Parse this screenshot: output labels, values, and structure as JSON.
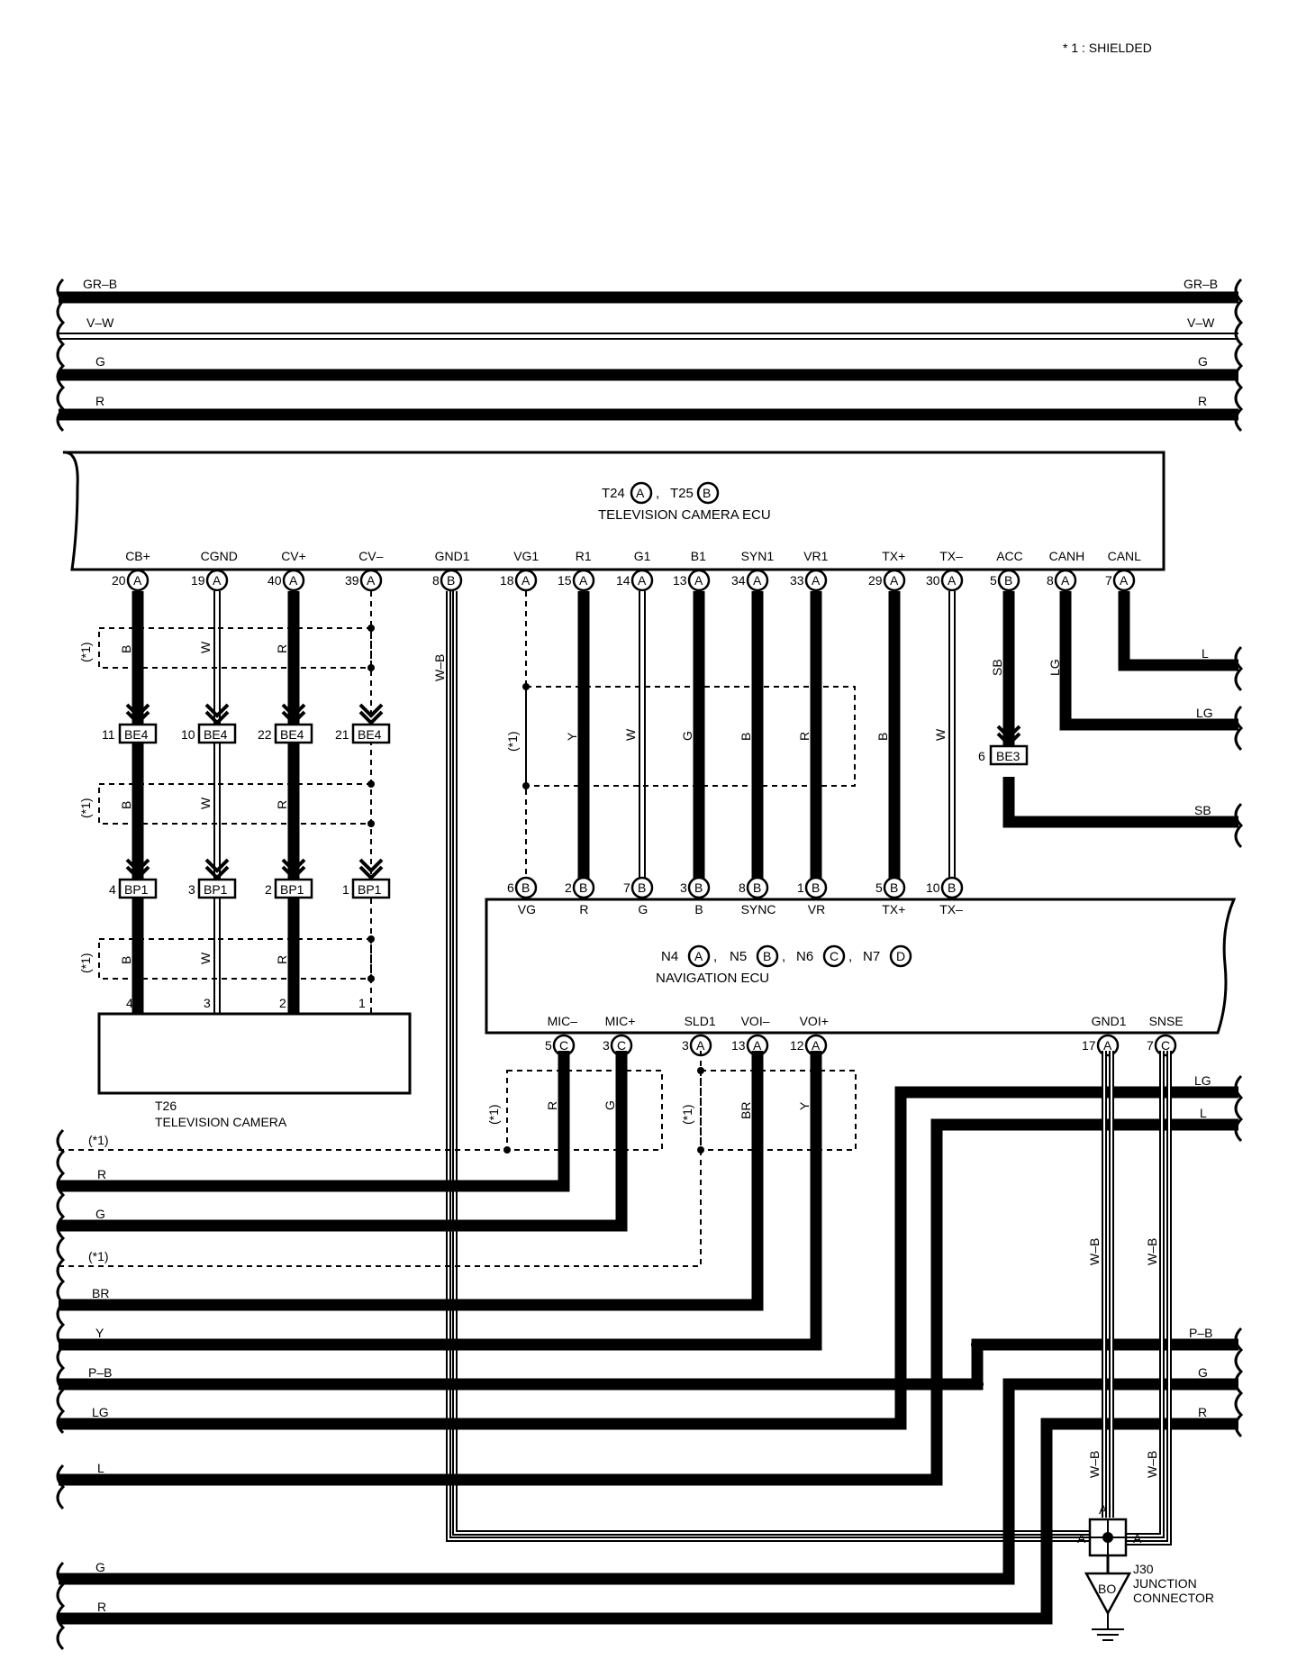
{
  "note": "* 1 : SHIELDED",
  "bus_wires": [
    {
      "left": "GR–B",
      "right": "GR–B"
    },
    {
      "left": "V–W",
      "right": "V–W"
    },
    {
      "left": "G",
      "right": "G"
    },
    {
      "left": "R",
      "right": "R"
    }
  ],
  "tv_camera_ecu": {
    "title_line1_a": "T24",
    "title_line1_b": "T25",
    "conn_a": "A",
    "conn_b": "B",
    "title_line2": "TELEVISION CAMERA ECU",
    "pins": [
      {
        "name": "CB+",
        "num": "20",
        "conn": "A"
      },
      {
        "name": "CGND",
        "num": "19",
        "conn": "A"
      },
      {
        "name": "CV+",
        "num": "40",
        "conn": "A"
      },
      {
        "name": "CV–",
        "num": "39",
        "conn": "A"
      },
      {
        "name": "GND1",
        "num": "8",
        "conn": "B"
      },
      {
        "name": "VG1",
        "num": "18",
        "conn": "A"
      },
      {
        "name": "R1",
        "num": "15",
        "conn": "A"
      },
      {
        "name": "G1",
        "num": "14",
        "conn": "A"
      },
      {
        "name": "B1",
        "num": "13",
        "conn": "A"
      },
      {
        "name": "SYN1",
        "num": "34",
        "conn": "A"
      },
      {
        "name": "VR1",
        "num": "33",
        "conn": "A"
      },
      {
        "name": "TX+",
        "num": "29",
        "conn": "A"
      },
      {
        "name": "TX–",
        "num": "30",
        "conn": "A"
      },
      {
        "name": "ACC",
        "num": "5",
        "conn": "B"
      },
      {
        "name": "CANH",
        "num": "8",
        "conn": "A"
      },
      {
        "name": "CANL",
        "num": "7",
        "conn": "A"
      }
    ]
  },
  "navigation_ecu": {
    "title_parts": [
      "N4",
      "N5",
      "N6",
      "N7"
    ],
    "conns": [
      "A",
      "B",
      "C",
      "D"
    ],
    "title_line2": "NAVIGATION ECU",
    "top_pins": [
      {
        "name": "VG",
        "num": "6",
        "conn": "B"
      },
      {
        "name": "R",
        "num": "2",
        "conn": "B"
      },
      {
        "name": "G",
        "num": "7",
        "conn": "B"
      },
      {
        "name": "B",
        "num": "3",
        "conn": "B"
      },
      {
        "name": "SYNC",
        "num": "8",
        "conn": "B"
      },
      {
        "name": "VR",
        "num": "1",
        "conn": "B"
      },
      {
        "name": "TX+",
        "num": "5",
        "conn": "B"
      },
      {
        "name": "TX–",
        "num": "10",
        "conn": "B"
      }
    ],
    "bottom_pins": [
      {
        "name": "MIC–",
        "num": "5",
        "conn": "C"
      },
      {
        "name": "MIC+",
        "num": "3",
        "conn": "C"
      },
      {
        "name": "SLD1",
        "num": "3",
        "conn": "A"
      },
      {
        "name": "VOI–",
        "num": "13",
        "conn": "A"
      },
      {
        "name": "VOI+",
        "num": "12",
        "conn": "A"
      },
      {
        "name": "GND1",
        "num": "17",
        "conn": "A"
      },
      {
        "name": "SNSE",
        "num": "7",
        "conn": "C"
      }
    ]
  },
  "tv_camera": {
    "code": "T26",
    "name": "TELEVISION CAMERA",
    "pins": [
      "4",
      "3",
      "2",
      "1"
    ]
  },
  "be4": {
    "label": "BE4",
    "pins": [
      "11",
      "10",
      "22",
      "21"
    ]
  },
  "bp1": {
    "label": "BP1",
    "pins": [
      "4",
      "3",
      "2",
      "1"
    ]
  },
  "be3": {
    "label": "BE3",
    "pin": "6"
  },
  "shield_label": "(*1)",
  "wire_colors": {
    "cam_wires": [
      "B",
      "W",
      "R"
    ],
    "gnd": "W–B",
    "video": [
      "Y",
      "W",
      "G",
      "B",
      "R"
    ],
    "tx": [
      "B",
      "W"
    ],
    "acc": "SB",
    "canh": "LG",
    "right_outs": [
      "L",
      "LG",
      "SB"
    ],
    "mic": [
      "R",
      "G"
    ],
    "voi": [
      "BR",
      "Y"
    ],
    "nav_right": [
      "LG",
      "L"
    ],
    "junction_wires": "W–B"
  },
  "left_bus": [
    "R",
    "G",
    "BR",
    "Y",
    "P–B",
    "LG",
    "L",
    "G",
    "R"
  ],
  "right_bus": [
    "P–B",
    "G",
    "R"
  ],
  "junction": {
    "code": "J30",
    "line1": "JUNCTION",
    "line2": "CONNECTOR",
    "pin": "A",
    "ground": "BO"
  }
}
